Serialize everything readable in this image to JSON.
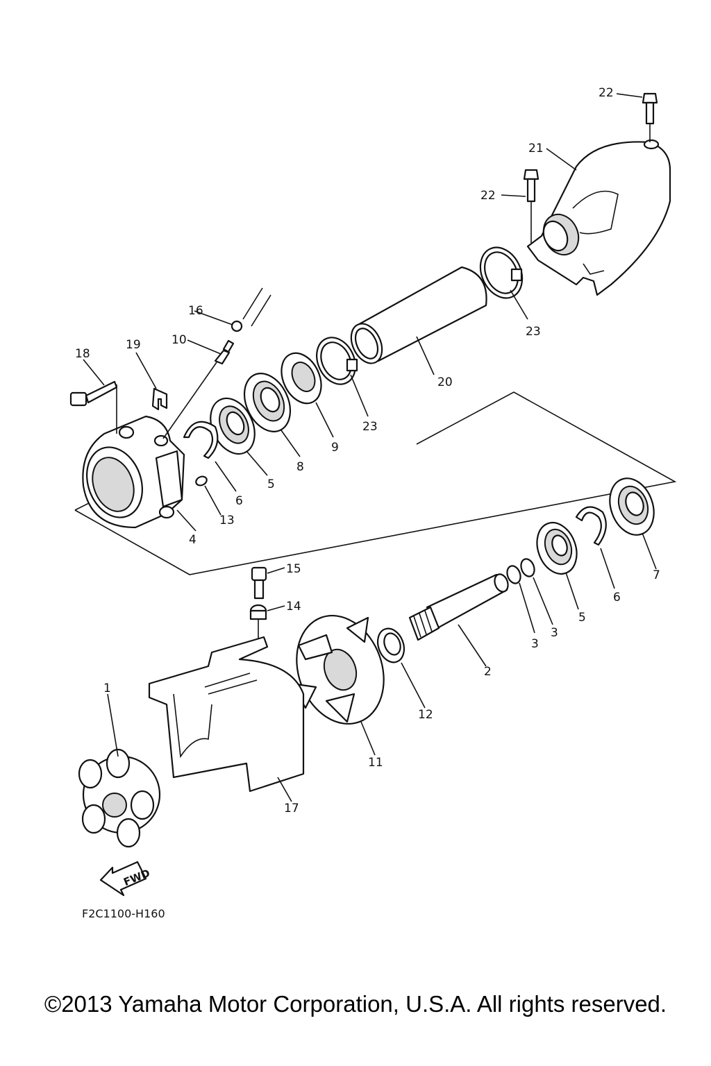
{
  "callouts": {
    "c1": "1",
    "c2": "2",
    "c3a": "3",
    "c3b": "3",
    "c4": "4",
    "c5a": "5",
    "c5b": "5",
    "c6a": "6",
    "c6b": "6",
    "c7": "7",
    "c8": "8",
    "c9": "9",
    "c10": "10",
    "c11": "11",
    "c12": "12",
    "c13": "13",
    "c14": "14",
    "c15": "15",
    "c16": "16",
    "c17": "17",
    "c18": "18",
    "c19": "19",
    "c20": "20",
    "c21": "21",
    "c22a": "22",
    "c22b": "22",
    "c23a": "23",
    "c23b": "23"
  },
  "fwd_label": "FWD",
  "diagram_code": "F2C1100-H160",
  "copyright": "©2013 Yamaha Motor Corporation, U.S.A. All rights reserved."
}
